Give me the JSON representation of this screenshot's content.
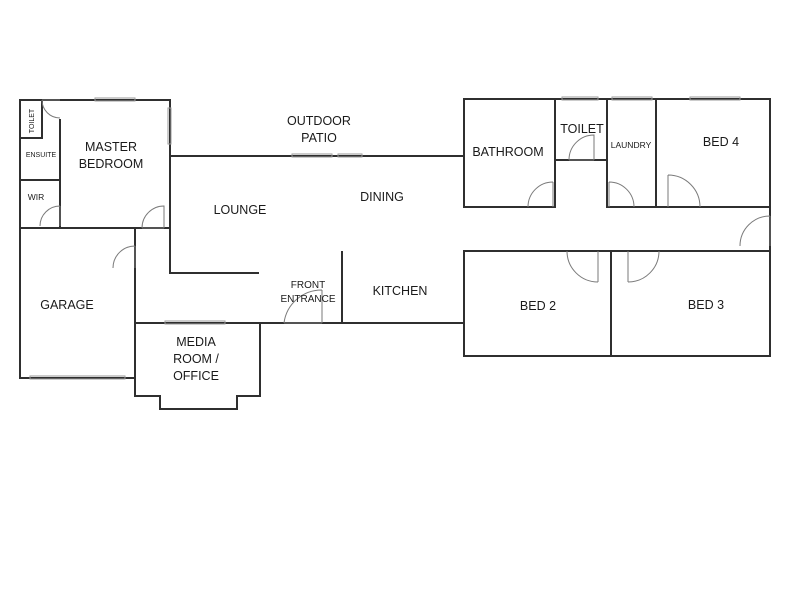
{
  "rooms": {
    "toilet_small": "TOILET",
    "ensuite": "ENSUITE",
    "wir": "WIR",
    "master_1": "MASTER",
    "master_2": "BEDROOM",
    "outdoor_1": "OUTDOOR",
    "outdoor_2": "PATIO",
    "lounge": "LOUNGE",
    "dining": "DINING",
    "bathroom": "BATHROOM",
    "toilet": "TOILET",
    "laundry": "LAUNDRY",
    "bed4": "BED 4",
    "garage": "GARAGE",
    "entrance_1": "FRONT",
    "entrance_2": "ENTRANCE",
    "kitchen": "KITCHEN",
    "bed2": "BED 2",
    "bed3": "BED 3",
    "media_1": "MEDIA",
    "media_2": "ROOM /",
    "media_3": "OFFICE"
  }
}
